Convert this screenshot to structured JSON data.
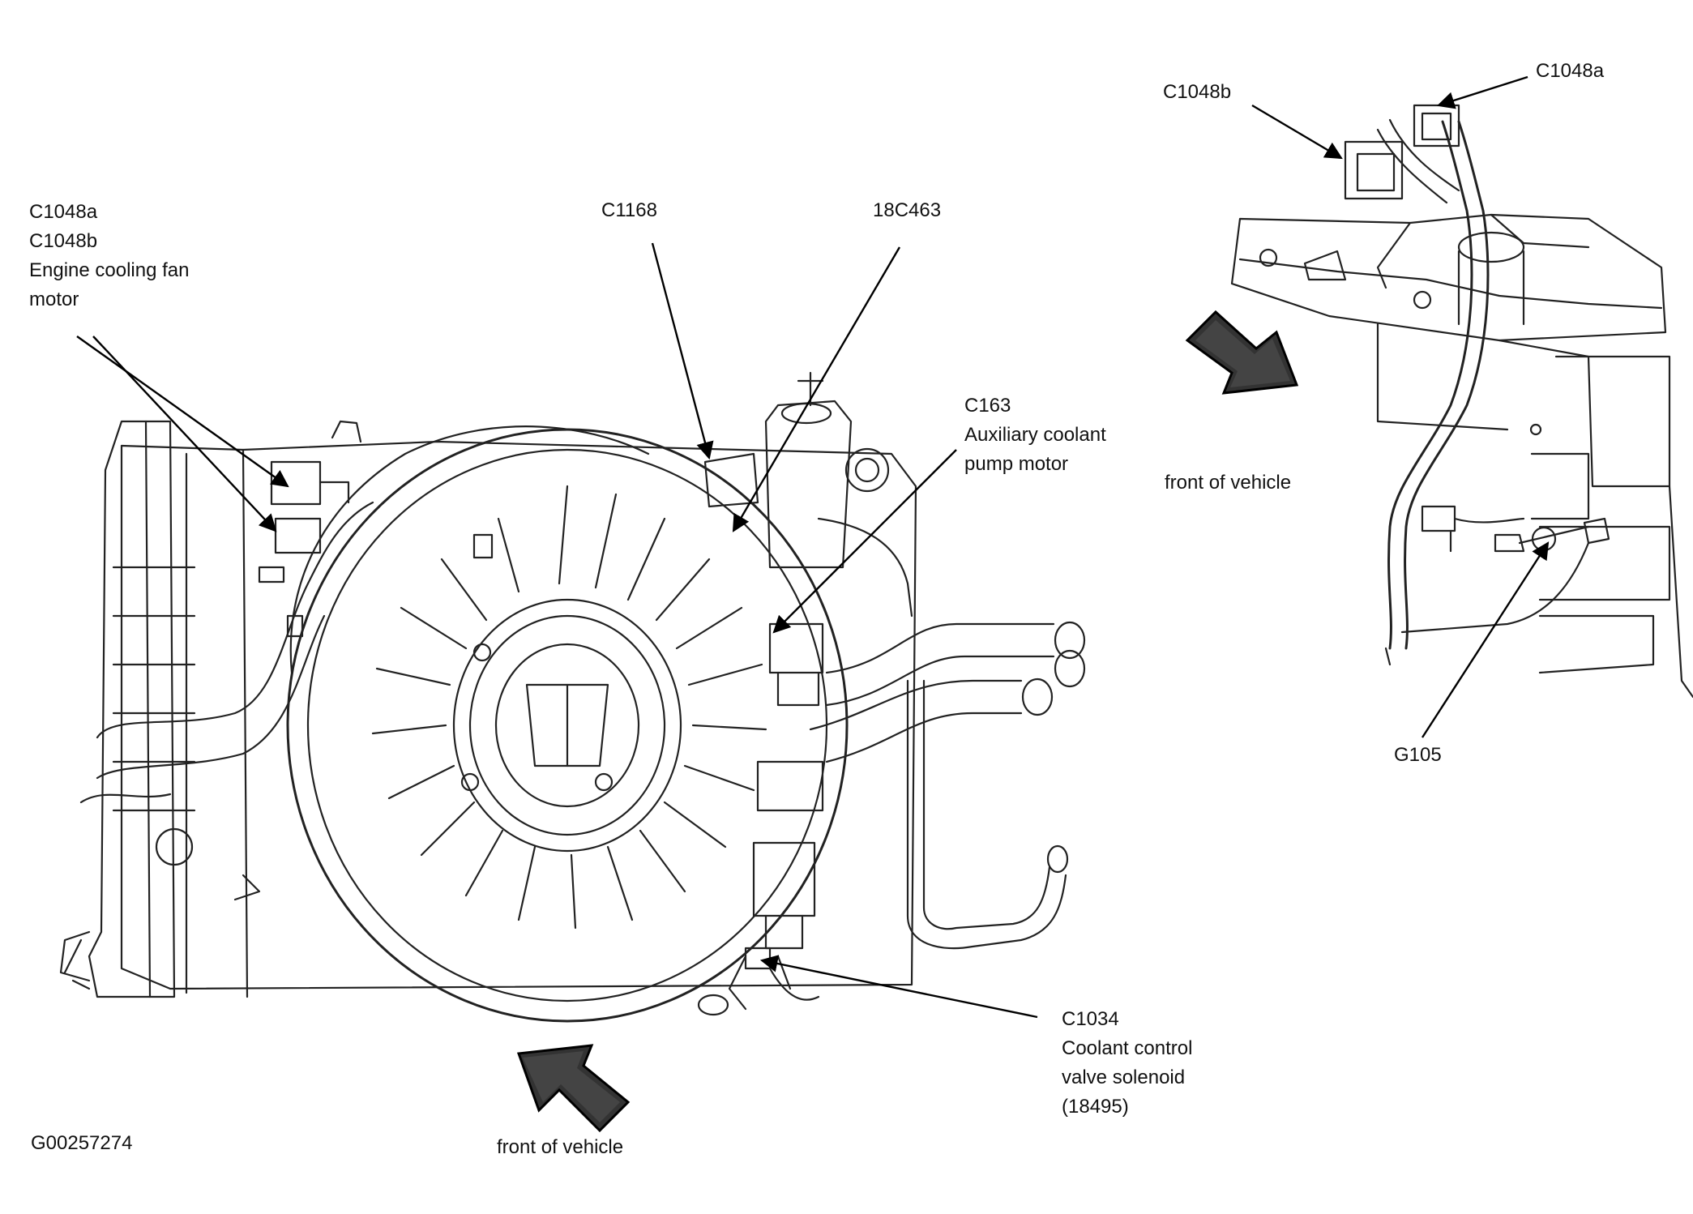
{
  "labels": {
    "fan_motor": {
      "line1": "C1048a",
      "line2": "C1048b",
      "line3": "Engine cooling fan",
      "line4": "motor"
    },
    "c1168": "C1168",
    "c18c463": "18C463",
    "c163": {
      "line1": "C163",
      "line2": "Auxiliary coolant",
      "line3": "pump motor"
    },
    "c1034": {
      "line1": "C1034",
      "line2": "Coolant control",
      "line3": "valve solenoid",
      "line4": "(18495)"
    },
    "inset_c1048b": "C1048b",
    "inset_c1048a": "C1048a",
    "g105": "G105",
    "front_main": "front of vehicle",
    "front_inset": "front of vehicle",
    "figure_id": "G00257274"
  },
  "icons": {
    "main_arrow": "front-direction-arrow-icon",
    "inset_arrow": "front-direction-arrow-icon"
  },
  "colors": {
    "line": "#222222",
    "background": "#ffffff"
  }
}
